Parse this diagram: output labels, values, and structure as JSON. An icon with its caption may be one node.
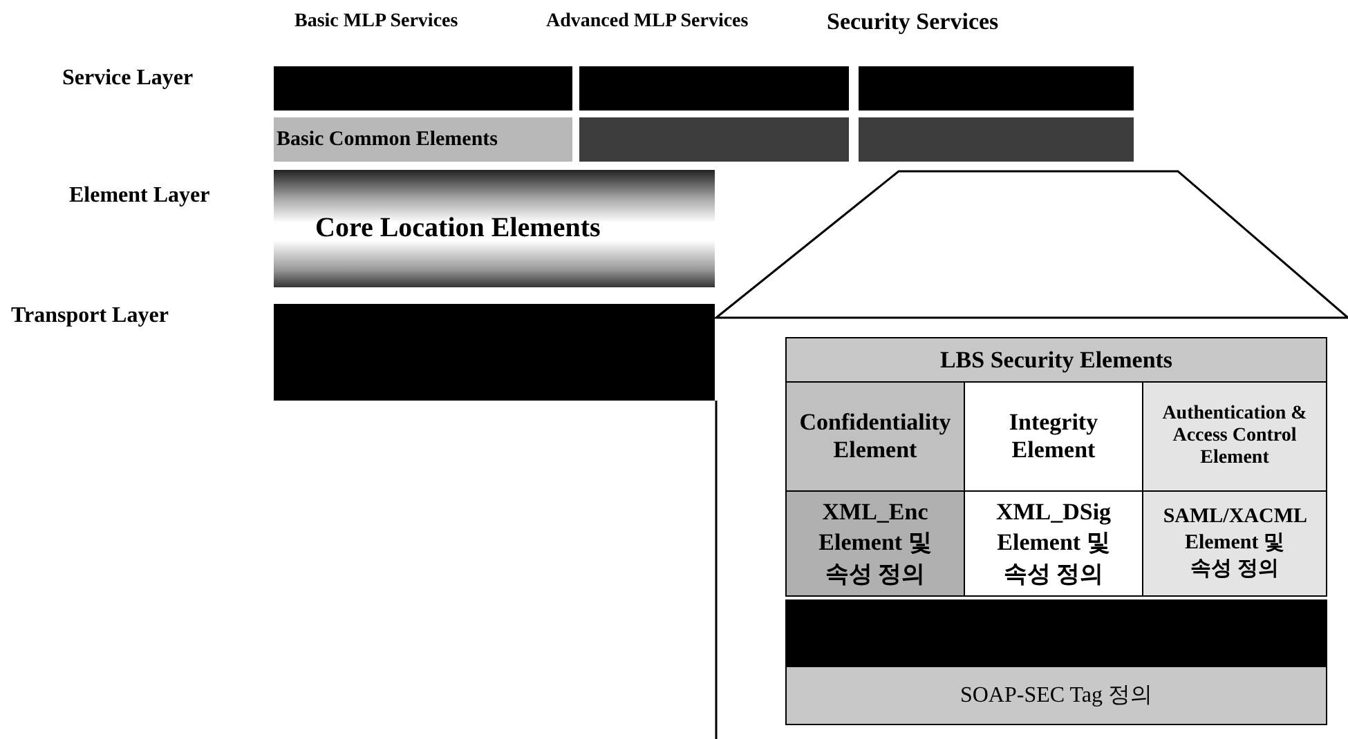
{
  "diagram": {
    "nodes": [
      {
        "text": [],
        "shape": "box"
      },
      {
        "text": [],
        "shape": "box"
      },
      {
        "text": [],
        "shape": "box"
      },
      {
        "text": [
          "Basic Common Elements"
        ]
      },
      {
        "text": [],
        "shape": "box"
      },
      {
        "text": [],
        "shape": "box"
      },
      {
        "text": [
          "Core Location Elements"
        ]
      },
      {
        "text": [],
        "shape": "box"
      },
      {
        "text": [
          "LBS Security Elements"
        ]
      },
      {
        "text": [
          "Confidentiality Element"
        ]
      },
      {
        "text": [
          "Integrity Element"
        ]
      },
      {
        "text": [
          "Authentication & Access Control Element"
        ]
      },
      {
        "text": [
          "XML_Enc Element 및 속성 정의"
        ]
      },
      {
        "text": [
          "XML_DSig Element 및 속성 정의"
        ]
      },
      {
        "text": [
          "SAML/XACML Element 및 속성 정의"
        ]
      },
      {
        "text": [],
        "shape": "box"
      },
      {
        "text": [
          "SOAP-SEC Tag 정의"
        ]
      }
    ],
    "labels": [
      "Basic MLP Services",
      "Advanced MLP Services",
      "Security Services",
      "Service Layer",
      "Element Layer",
      "Transport Layer"
    ]
  }
}
